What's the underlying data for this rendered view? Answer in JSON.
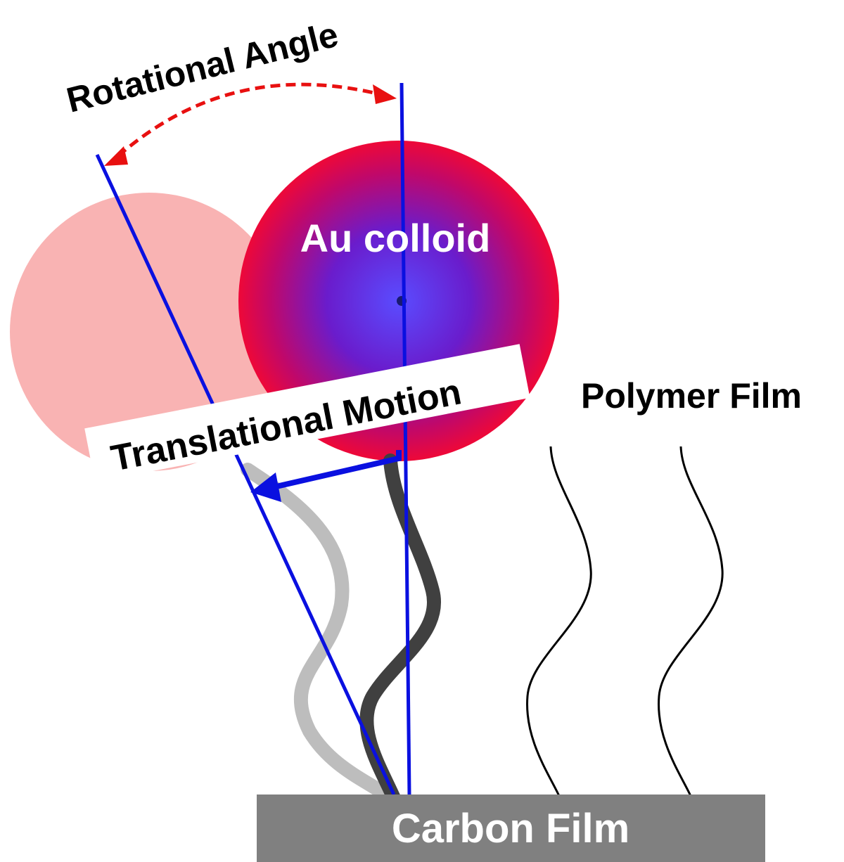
{
  "labels": {
    "rotational_angle": "Rotational Angle",
    "au_colloid": "Au colloid",
    "translational_motion": "Translational Motion",
    "polymer_film": "Polymer Film",
    "carbon_film": "Carbon Film"
  },
  "colors": {
    "axis_line": "#0a10e0",
    "rotation_arrow": "#e81010",
    "ghost_sphere": "#f9b3b3",
    "sphere_edge": "#ee0838",
    "sphere_center": "#5a4cff",
    "tether_dark": "#404040",
    "tether_ghost": "#bdbdbd",
    "carbon_film": "#808080",
    "label_text": "#000000",
    "inner_label_text": "#ffffff"
  }
}
